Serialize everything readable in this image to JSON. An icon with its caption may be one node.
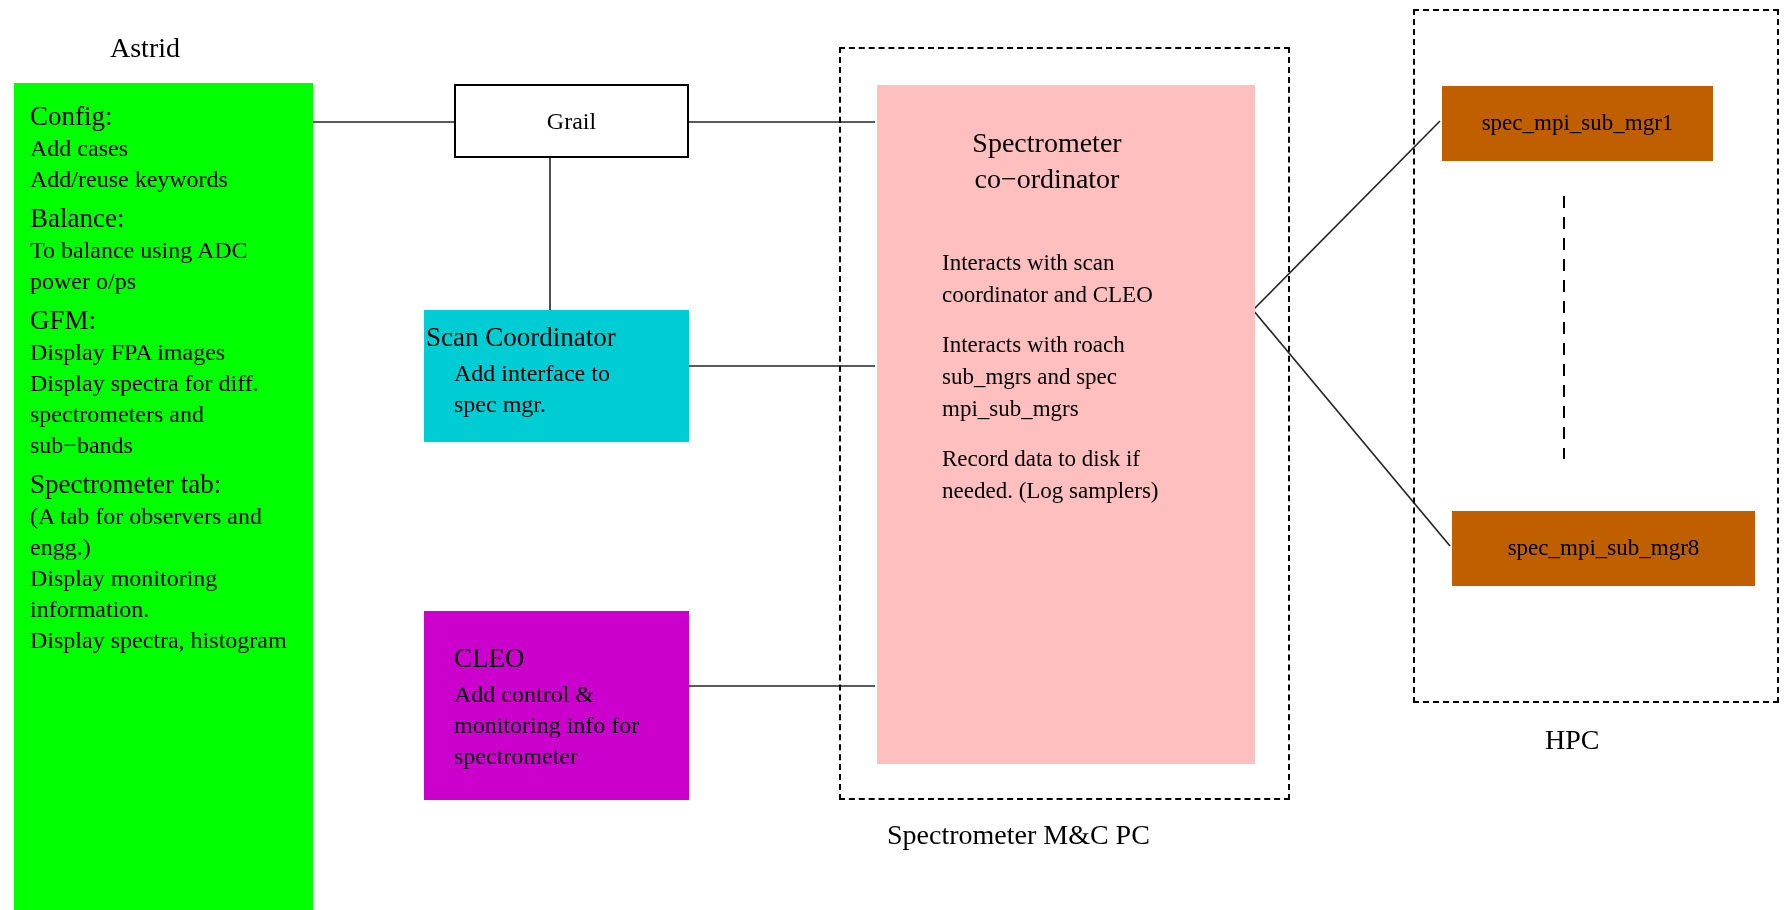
{
  "diagram": {
    "nodes": [
      {
        "text": [
          "Astrid",
          "Config:",
          "Add cases",
          "Add/reuse keywords",
          "Balance:",
          "To balance using ADC power o/ps",
          "GFM:",
          "Display FPA images",
          "Display spectra for diff. spectrometers and sub−bands",
          "Spectrometer tab:",
          "(A tab for observers and engg.)",
          "Display monitoring information.",
          "Display spectra, histogram"
        ]
      },
      {
        "text": [
          "Grail"
        ]
      },
      {
        "text": [
          "Scan Coordinator",
          "Add interface to spec mgr."
        ]
      },
      {
        "text": [
          "CLEO",
          "Add control & monitoring info for spectrometer"
        ]
      },
      {
        "text": [
          "Spectrometer M&C PC"
        ]
      },
      {
        "text": [
          "Spectrometer co−ordinator",
          "Interacts with scan coordinator and CLEO",
          "Interacts with roach sub_mgrs and spec mpi_sub_mgrs",
          "Record data to disk if needed. (Log samplers)"
        ],
        "in": 4
      },
      {
        "text": [
          "HPC"
        ]
      },
      {
        "text": [
          "spec_mpi_sub_mgr1"
        ],
        "in": 6
      },
      {
        "text": [
          "spec_mpi_sub_mgr8"
        ],
        "in": 6
      }
    ],
    "edges": [
      {
        "from": 0,
        "to": 1,
        "arrow": "none"
      },
      {
        "from": 1,
        "to": 5,
        "arrow": "none"
      },
      {
        "from": 1,
        "to": 2,
        "arrow": "none"
      },
      {
        "from": 2,
        "to": 5,
        "arrow": "none"
      },
      {
        "from": 3,
        "to": 5,
        "arrow": "none"
      },
      {
        "from": 5,
        "to": 7,
        "arrow": "none"
      },
      {
        "from": 5,
        "to": 8,
        "arrow": "none"
      }
    ]
  }
}
